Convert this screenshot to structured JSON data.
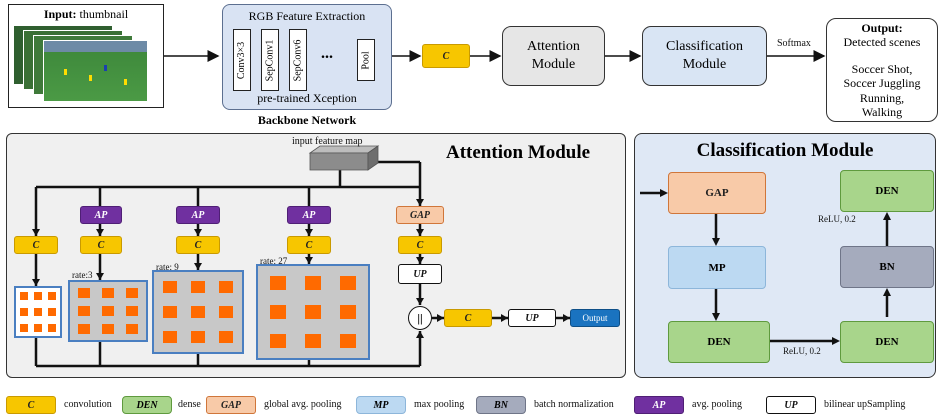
{
  "top": {
    "input_bold": "Input:",
    "input_rest": " thumbnail",
    "backbone_title": "RGB Feature Extraction",
    "backbone_layers": [
      "Conv3×3",
      "SepConv1",
      "SepConv6",
      "Pool"
    ],
    "ellipsis": "...",
    "backbone_sub": "pre-trained Xception",
    "backbone_caption": "Backbone Network",
    "c_label": "C",
    "attention": "Attention\nModule",
    "classification": "Classification\nModule",
    "softmax": "Softmax",
    "output_title": "Output:",
    "output_sub": "Detected scenes",
    "output_scenes": "Soccer Shot,\nSoccer Juggling\nRunning,\nWalking"
  },
  "attention": {
    "title": "Attention Module",
    "input_map": "input feature map",
    "c": "C",
    "ap": "AP",
    "gap": "GAP",
    "up": "UP",
    "concat": "||",
    "rates": [
      "rate:3",
      "rate: 9",
      "rate: 27"
    ],
    "output": "Output"
  },
  "classification": {
    "title": "Classification Module",
    "gap": "GAP",
    "mp": "MP",
    "den": "DEN",
    "bn": "BN",
    "relu1": "ReLU, 0.2",
    "relu2": "ReLU, 0.2"
  },
  "legend": [
    {
      "chip": "C",
      "text": "convolution"
    },
    {
      "chip": "DEN",
      "text": "dense"
    },
    {
      "chip": "GAP",
      "text": "global avg. pooling"
    },
    {
      "chip": "MP",
      "text": "max pooling"
    },
    {
      "chip": "BN",
      "text": "batch normalization"
    },
    {
      "chip": "AP",
      "text": "avg. pooling"
    },
    {
      "chip": "UP",
      "text": "bilinear upSampling"
    }
  ],
  "colors": {
    "conv": "#f7c600",
    "ap": "#7030a0",
    "gap": "#f8caa8",
    "den": "#a8d58b",
    "mp": "#bcd9f2",
    "bn": "#a5abbd",
    "output": "#1a73c0",
    "backbone_bg": "#d9e3f3",
    "class_panel_bg": "#dfe8f5",
    "attn_panel_bg": "#f0f0f0"
  }
}
